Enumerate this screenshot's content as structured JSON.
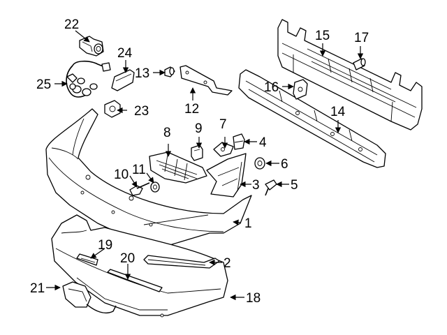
{
  "callouts": {
    "c1": "1",
    "c2": "2",
    "c3": "3",
    "c4": "4",
    "c5": "5",
    "c6": "6",
    "c7": "7",
    "c8": "8",
    "c9": "9",
    "c10": "10",
    "c11": "11",
    "c12": "12",
    "c13": "13",
    "c14": "14",
    "c15": "15",
    "c16": "16",
    "c17": "17",
    "c18": "18",
    "c19": "19",
    "c20": "20",
    "c21": "21",
    "c22": "22",
    "c23": "23",
    "c24": "24",
    "c25": "25"
  },
  "colors": {
    "line": "#000000",
    "background": "#ffffff"
  }
}
